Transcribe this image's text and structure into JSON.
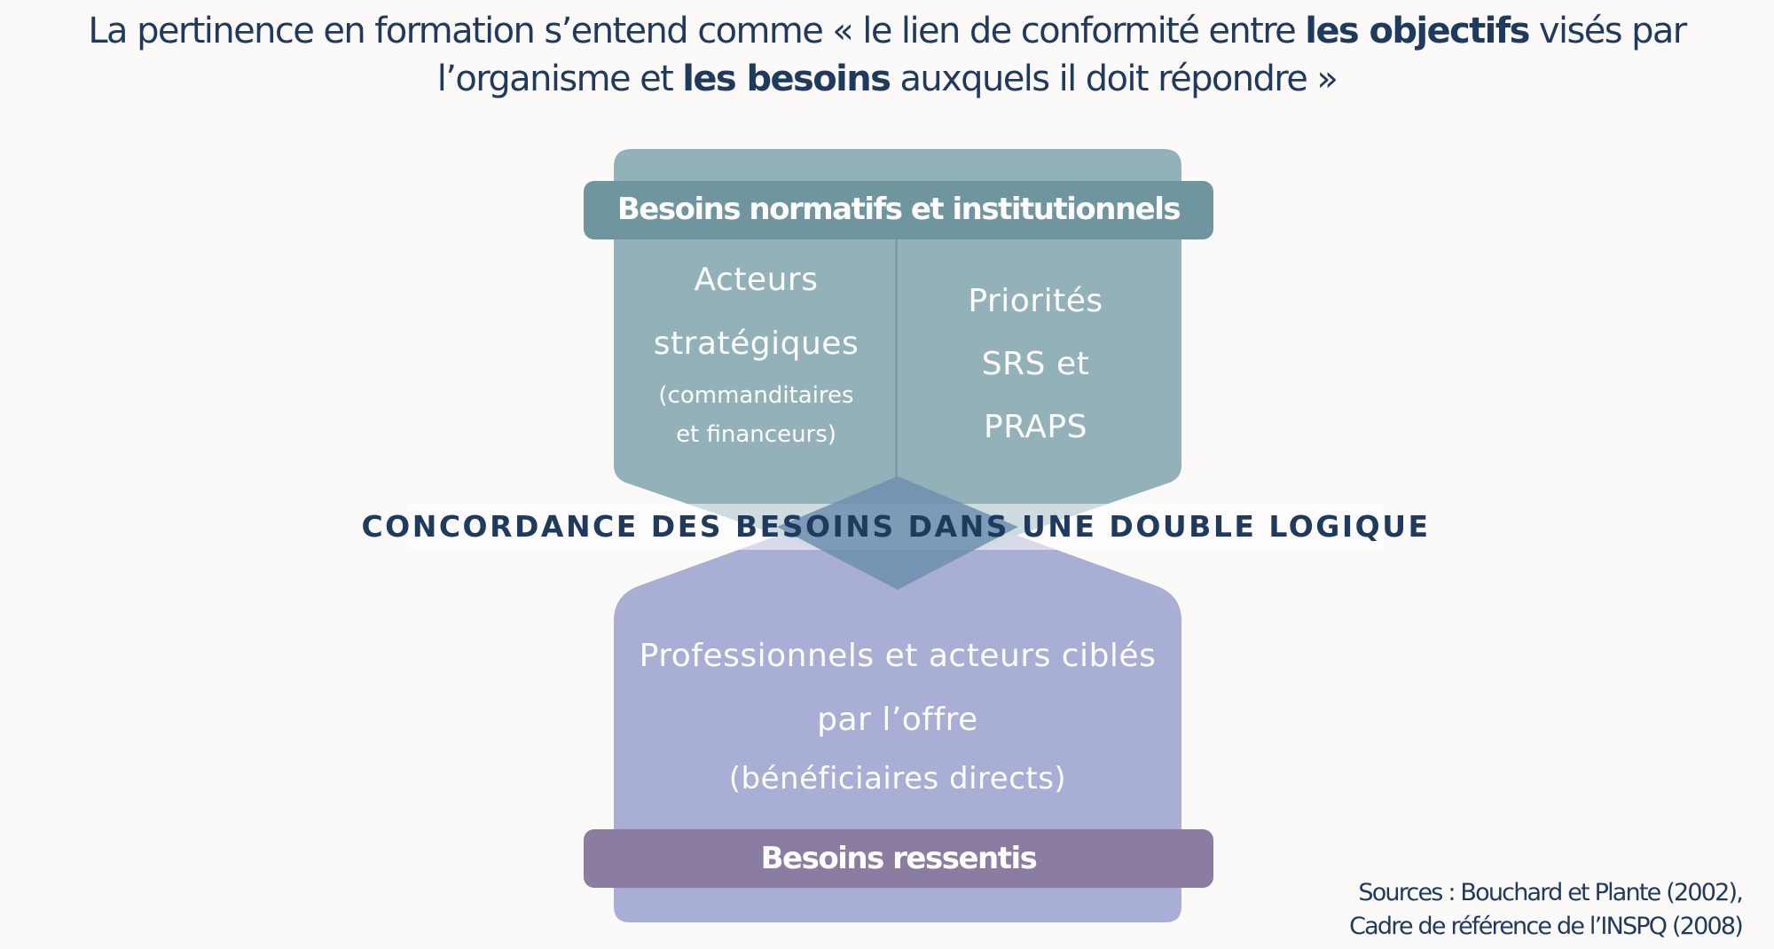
{
  "quote": {
    "part1": "La pertinence en formation s’entend comme « le lien de conformité entre ",
    "bold1": "les objectifs",
    "part2": " visés par l’organisme et ",
    "bold2": "les besoins",
    "part3": " auxquels il doit répondre »"
  },
  "top_block": {
    "band_title": "Besoins normatifs et institutionnels",
    "left": {
      "line1": "Acteurs",
      "line2": "stratégiques",
      "line3": "(commanditaires",
      "line4": "et financeurs)"
    },
    "right": {
      "line1": "Priorités",
      "line2": "SRS et",
      "line3": "PRAPS"
    }
  },
  "center": {
    "concordance": "CONCORDANCE DES BESOINS DANS UNE DOUBLE LOGIQUE"
  },
  "bottom_block": {
    "line1": "Professionnels et acteurs ciblés",
    "line2": "par l’offre",
    "line3": "(bénéficiaires directs)",
    "band_title": "Besoins ressentis"
  },
  "sources": {
    "line1": "Sources : Bouchard et Plante (2002),",
    "line2": "Cadre de référence de l’INSPQ (2008)"
  },
  "colors": {
    "top_block": "#93b1b8",
    "top_band": "#6f969f",
    "bottom_block": "#a8aed4",
    "bottom_band": "#8b7ca1",
    "diamond": "#6e8fb0",
    "text_dark": "#1e3a5f"
  }
}
